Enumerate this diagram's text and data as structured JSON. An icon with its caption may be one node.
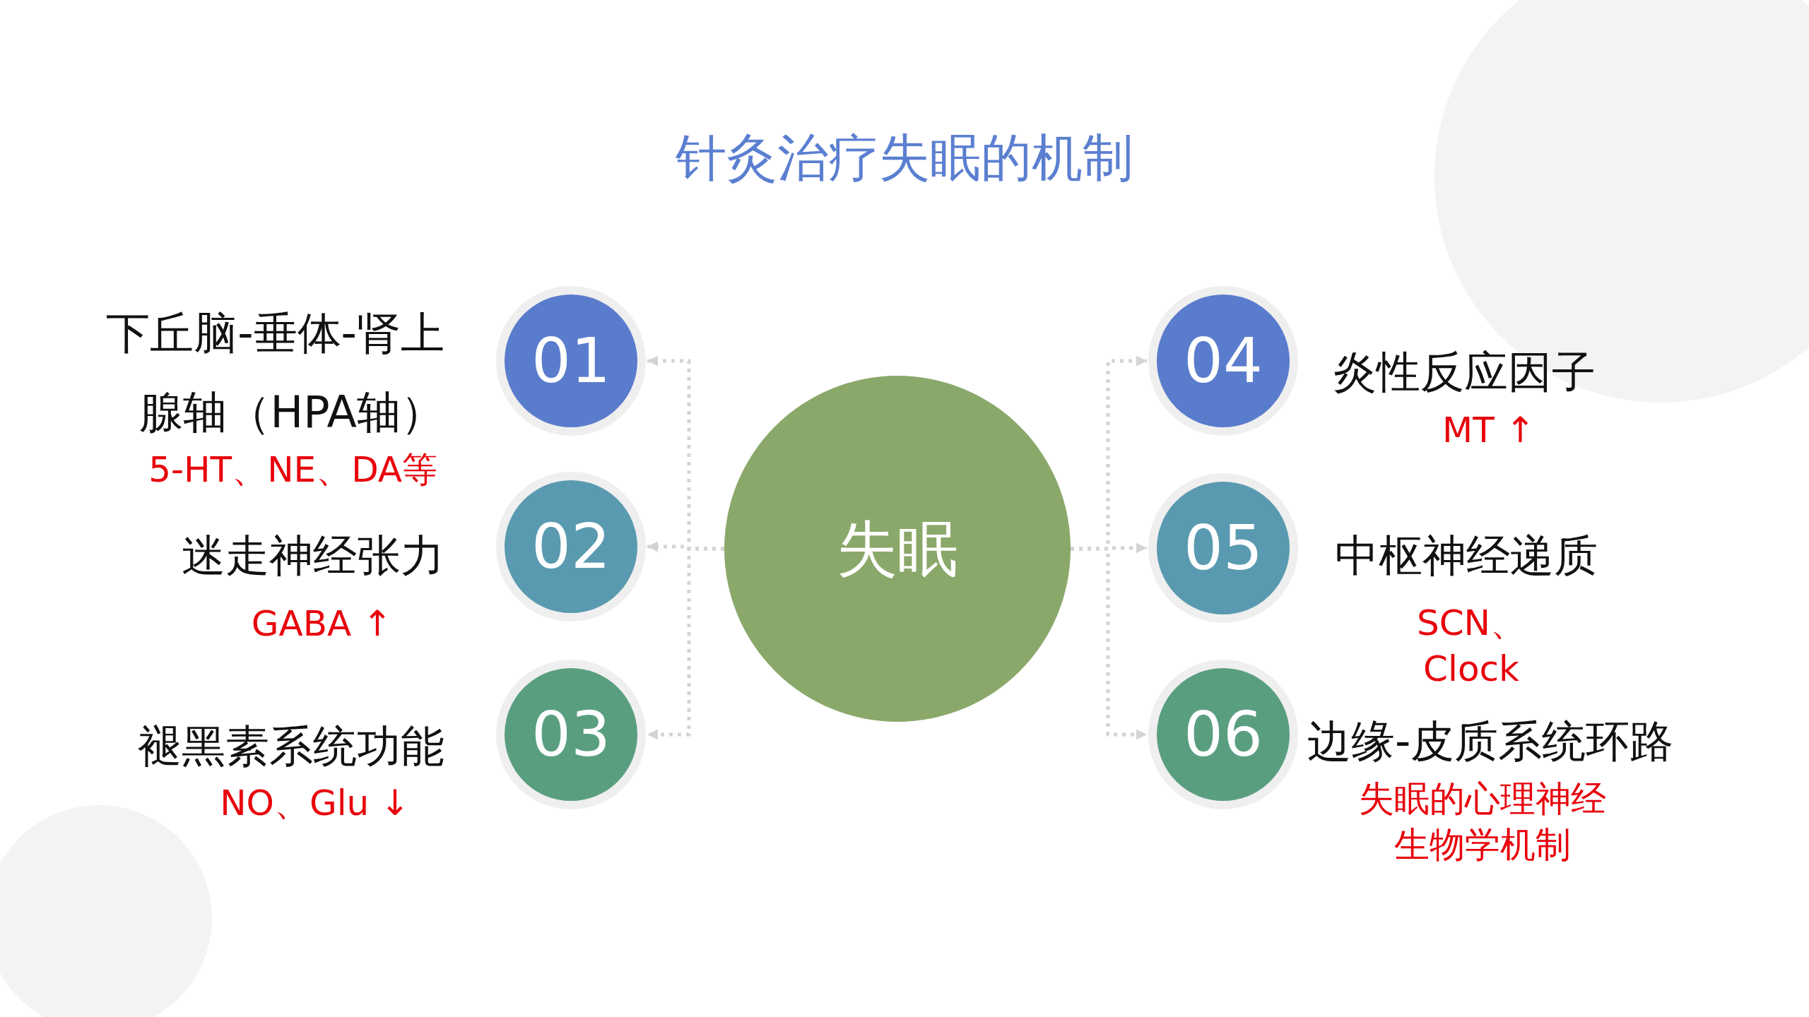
{
  "diagram": {
    "title": "针灸治疗失眠的机制",
    "nodes": [
      {
        "text": [
          "失眠"
        ]
      },
      {
        "text": [
          "01"
        ],
        "beside": [
          "下丘脑-垂体-肾上腺轴（HPA轴）",
          "5-HT、NE、DA等"
        ]
      },
      {
        "text": [
          "02"
        ],
        "beside": [
          "迷走神经张力",
          "GABA ↑"
        ]
      },
      {
        "text": [
          "03"
        ],
        "beside": [
          "褪黑素系统功能",
          "NO、Glu ↓"
        ]
      },
      {
        "text": [
          "04"
        ],
        "beside": [
          "炎性反应因子",
          "MT ↑"
        ]
      },
      {
        "text": [
          "05"
        ],
        "beside": [
          "中枢神经递质",
          "SCN、Clock"
        ]
      },
      {
        "text": [
          "06"
        ],
        "beside": [
          "边缘-皮质系统环路",
          "失眠的心理神经生物学机制"
        ]
      }
    ],
    "edges": [
      {
        "from": 0,
        "to": 1,
        "arrow": "to",
        "style": "dashed"
      },
      {
        "from": 0,
        "to": 2,
        "arrow": "to",
        "style": "dashed"
      },
      {
        "from": 0,
        "to": 3,
        "arrow": "to",
        "style": "dashed"
      },
      {
        "from": 0,
        "to": 4,
        "arrow": "to",
        "style": "dashed"
      },
      {
        "from": 0,
        "to": 5,
        "arrow": "to",
        "style": "dashed"
      },
      {
        "from": 0,
        "to": 6,
        "arrow": "to",
        "style": "dashed"
      }
    ]
  }
}
